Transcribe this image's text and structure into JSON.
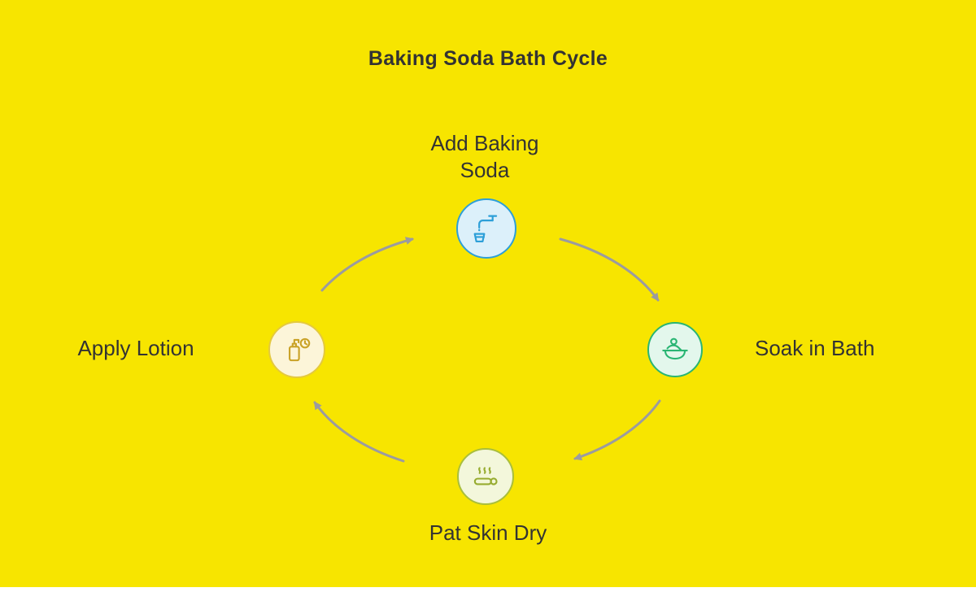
{
  "title": "Baking Soda Bath Cycle",
  "colors": {
    "background": "#F7E500",
    "arrow": "#9B9BA0",
    "text": "#333333"
  },
  "nodes": [
    {
      "id": "add-baking-soda",
      "label": "Add Baking Soda",
      "icon": "faucet-icon",
      "fill": "#DCF0FA",
      "border": "#2D9FD8",
      "icon_color": "#2D9FD8"
    },
    {
      "id": "soak-in-bath",
      "label": "Soak in Bath",
      "icon": "person-bath-icon",
      "fill": "#E3F7EC",
      "border": "#29B573",
      "icon_color": "#29B573"
    },
    {
      "id": "pat-skin-dry",
      "label": "Pat Skin Dry",
      "icon": "steam-massage-icon",
      "fill": "#F3F7DB",
      "border": "#A9BE3C",
      "icon_color": "#97AC30"
    },
    {
      "id": "apply-lotion",
      "label": "Apply Lotion",
      "icon": "lotion-bottle-clock-icon",
      "fill": "#FCF5D9",
      "border": "#E4C93F",
      "icon_color": "#C9A227"
    }
  ],
  "cycle_order": [
    "Add Baking Soda",
    "Soak in Bath",
    "Pat Skin Dry",
    "Apply Lotion"
  ]
}
